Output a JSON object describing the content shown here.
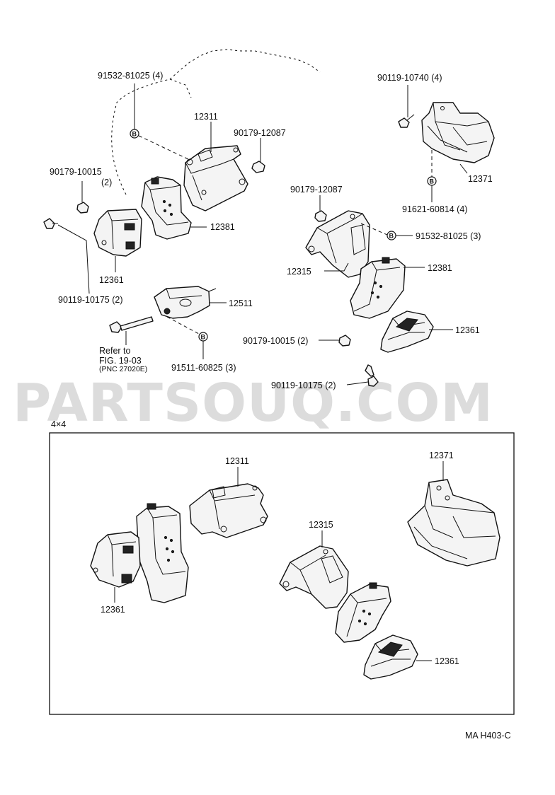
{
  "watermark": "PARTSOUQ.COM",
  "figure_code": "MA  H403-C",
  "variant_label": "4×4",
  "callouts": {
    "bolt_91532_top": "91532-81025 (4)",
    "part_12311_top": "12311",
    "nut_90179_12087_top": "90179-12087",
    "nut_90179_10015_left": "90179-10015",
    "nut_90179_10015_left_qty": "(2)",
    "part_12381_left": "12381",
    "part_12361_left": "12361",
    "bolt_90119_10175_left": "90119-10175 (2)",
    "part_12511": "12511",
    "refer_line1": "Refer  to",
    "refer_line2": "FIG. 19-03",
    "refer_line3": "(PNC  27020E)",
    "bolt_91511": "91511-60825 (3)",
    "bolt_90119_10740": "90119-10740 (4)",
    "part_12371_top": "12371",
    "bolt_91621": "91621-60814 (4)",
    "nut_90179_12087_right": "90179-12087",
    "bolt_91532_right": "91532-81025 (3)",
    "part_12315_top": "12315",
    "part_12381_right": "12381",
    "part_12361_right": "12361",
    "nut_90179_10015_right": "90179-10015 (2)",
    "bolt_90119_10175_right": "90119-10175 (2)"
  },
  "inset_callouts": {
    "part_12311": "12311",
    "part_12371": "12371",
    "part_12315": "12315",
    "part_12361_left": "12361",
    "part_12361_right": "12361"
  },
  "marker_letter": "B"
}
